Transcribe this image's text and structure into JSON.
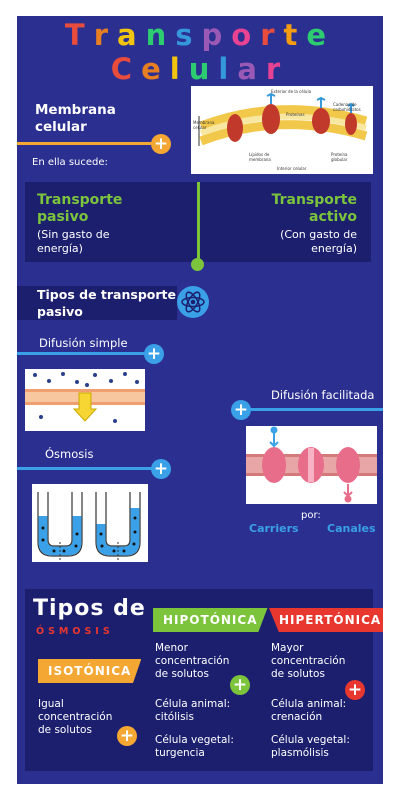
{
  "title": {
    "line1": "Transporte",
    "line2": "Celular"
  },
  "title_colors": [
    "#e74c3c",
    "#e67e22",
    "#f1c40f",
    "#2ecc71",
    "#3498db",
    "#9b59b6",
    "#e84393",
    "#e74c3c",
    "#f39c12",
    "#2ecc71"
  ],
  "membrane": {
    "heading": "Membrana celular",
    "subtext": "En ella sucede:",
    "figure_labels": {
      "top": "Exterior de la célula",
      "left": "Membrana celular",
      "right": "Cadenas de carbohidratos",
      "mid": "Proteínas",
      "bottom": "Interior celular",
      "bottom_left": "Lípidos de membrana",
      "bottom_mid": "Proteína globular"
    }
  },
  "transport": {
    "pasivo_title": "Transporte pasivo",
    "pasivo_sub": "(Sin gasto de energía)",
    "activo_title": "Transporte activo",
    "activo_sub": "(Con gasto de energía)"
  },
  "tipos_pasivo": "Tipos de transporte pasivo",
  "difusion_simple": "Difusión simple",
  "difusion_facilitada": "Difusión facilitada",
  "osmosis": "Ósmosis",
  "por": "por:",
  "carriers": "Carriers",
  "canales": "Canales",
  "tipos_osmosis": {
    "line1": "Tipos de",
    "line2": "ÓSMOSIS"
  },
  "hipotonica": {
    "label": "HIPOTÓNICA",
    "desc": "Menor concentración de solutos",
    "animal": "Célula animal: citólisis",
    "vegetal": "Célula vegetal: turgencia"
  },
  "hipertonica": {
    "label": "HIPERTÓNICA",
    "desc": "Mayor concentración de solutos",
    "animal": "Célula animal: crenación",
    "vegetal": "Célula vegetal: plasmólisis"
  },
  "isotonica": {
    "label": "ISOTÓNICA",
    "desc": "Igual concentración de solutos"
  },
  "plus_symbol": "+",
  "colors": {
    "background": "#2b2f8f",
    "band": "#1c1f6e",
    "green": "#7bc43c",
    "blue": "#3aa0e8",
    "orange": "#f5a733",
    "red": "#e8372e"
  }
}
